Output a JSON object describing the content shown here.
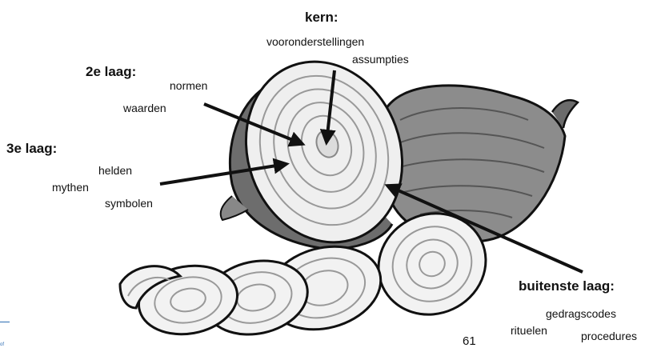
{
  "core": {
    "title": "kern:",
    "items": [
      "vooronderstellingen",
      "assumpties"
    ]
  },
  "layer2": {
    "title": "2e laag:",
    "items": [
      "normen",
      "waarden"
    ]
  },
  "layer3": {
    "title": "3e laag:",
    "items": [
      "helden",
      "mythen",
      "symbolen"
    ]
  },
  "outer": {
    "title": "buitenste laag:",
    "items": [
      "gedragscodes",
      "rituelen",
      "procedures"
    ]
  },
  "page_number": "61",
  "edge_fragment": "of",
  "colors": {
    "outline": "#111111",
    "onion_dark": "#7a7a7a",
    "onion_mid": "#b5b5b5",
    "onion_light": "#ececec",
    "accent": "#2d6db3"
  }
}
